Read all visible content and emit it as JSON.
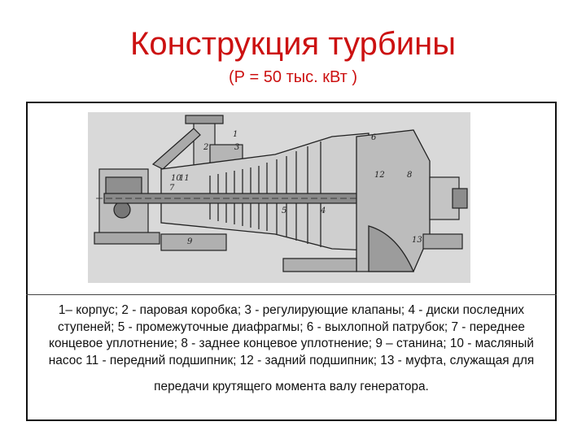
{
  "title": "Конструкция турбины",
  "subtitle": "(Р = 50 тыс. кВт )",
  "diagram": {
    "labels": [
      "1",
      "2",
      "3",
      "4",
      "5",
      "6",
      "7",
      "8",
      "9",
      "10",
      "11",
      "12",
      "13"
    ],
    "colors": {
      "ink": "#222222",
      "shade": "#9a9a9a",
      "bg": "#d8d8d8"
    }
  },
  "caption": {
    "main": "1– корпус; 2 - паровая коробка; 3 - регулирующие клапаны; 4 - диски последних ступеней; 5 - промежуточные диафрагмы; 6 - выхлопной патрубок; 7 - переднее концевое уплотнение; 8 - заднее концевое уплотнение; 9 – станина; 10 - масляный насос 11 - передний подшипник; 12 - задний подшипник; 13 - муфта, служащая для",
    "last": "передачи крутящего момента валу генератора."
  }
}
